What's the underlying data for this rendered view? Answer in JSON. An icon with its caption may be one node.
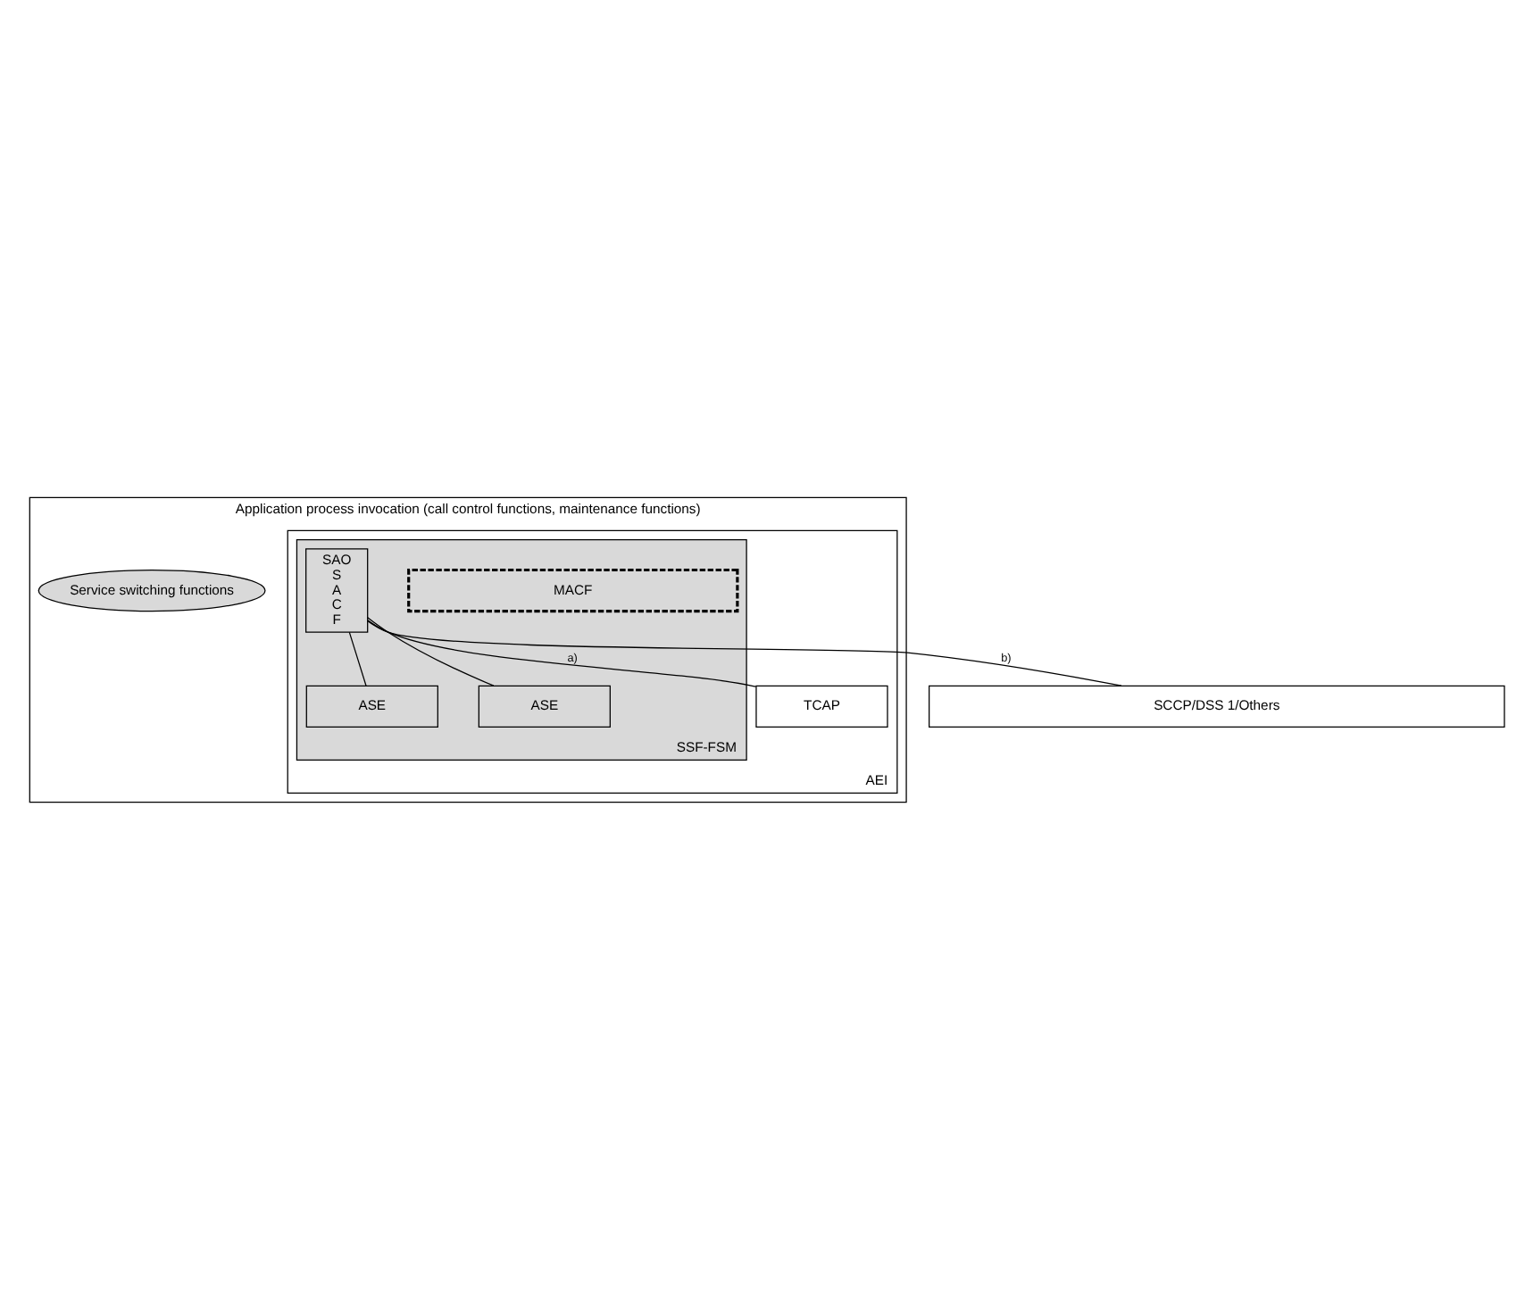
{
  "diagram": {
    "nodes": [
      {
        "text": [
          "Application process invocation (call control functions, maintenance functions)"
        ]
      },
      {
        "text": [
          "AEI"
        ],
        "in": 0
      },
      {
        "text": [
          "Service switching functions"
        ],
        "in": 0
      },
      {
        "text": [
          "SSF-FSM"
        ],
        "in": 1
      },
      {
        "text": [
          "MACF"
        ],
        "in": 3
      },
      {
        "text": [
          "SAO",
          "S A C F"
        ],
        "in": 3
      },
      {
        "text": [
          "ASE"
        ],
        "in": 3
      },
      {
        "text": [
          "ASE"
        ],
        "in": 3
      },
      {
        "text": [
          "TCAP"
        ],
        "in": 1
      },
      {
        "text": [
          "SCCP/DSS 1/Others"
        ]
      }
    ],
    "edges": [
      {
        "from": 5,
        "to": 6,
        "arrow": "none"
      },
      {
        "from": 5,
        "to": 7,
        "arrow": "none"
      },
      {
        "from": 5,
        "to": 8,
        "arrow": "none",
        "label": "a)"
      },
      {
        "from": 5,
        "to": 9,
        "arrow": "none",
        "label": "b)"
      }
    ]
  }
}
